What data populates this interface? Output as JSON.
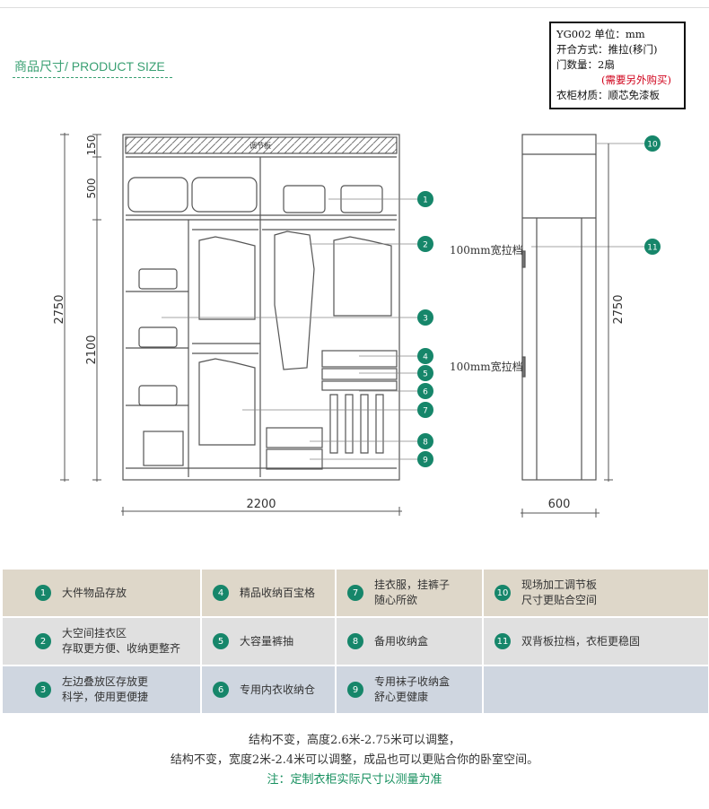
{
  "section_title": "商品尺寸/ PRODUCT SIZE",
  "spec": {
    "line1": "YG002  单位：mm",
    "line2": "开合方式：推拉(移门)",
    "line3": "门数量：2扇",
    "line4": "(需要另外购买)",
    "line5": "衣柜材质：顺芯免漆板"
  },
  "front": {
    "top_label": "调节板",
    "dim_150": "150",
    "dim_500": "500",
    "dim_2750": "2750",
    "dim_2100": "2100",
    "dim_2200": "2200"
  },
  "side": {
    "dim_2750": "2750",
    "dim_600": "600",
    "label_top": "100mm宽拉档",
    "label_bottom": "100mm宽拉档"
  },
  "callouts": [
    "1",
    "2",
    "3",
    "4",
    "5",
    "6",
    "7",
    "8",
    "9",
    "10",
    "11"
  ],
  "features": [
    [
      {
        "num": "1",
        "text": "大件物品存放"
      },
      {
        "num": "4",
        "text": "精品收纳百宝格"
      },
      {
        "num": "7",
        "text": "挂衣服，挂裤子\n随心所欲"
      },
      {
        "num": "10",
        "text": "现场加工调节板\n尺寸更贴合空间"
      }
    ],
    [
      {
        "num": "2",
        "text": "大空间挂衣区\n存取更方便、收纳更整齐"
      },
      {
        "num": "5",
        "text": "大容量裤抽"
      },
      {
        "num": "8",
        "text": "备用收纳盒"
      },
      {
        "num": "11",
        "text": "双背板拉档，衣柜更稳固"
      }
    ],
    [
      {
        "num": "3",
        "text": "左边叠放区存放更\n科学，使用更便捷"
      },
      {
        "num": "6",
        "text": "专用内衣收纳仓"
      },
      {
        "num": "9",
        "text": "专用袜子收纳盒\n舒心更健康"
      },
      {
        "num": "",
        "text": ""
      }
    ]
  ],
  "notes": {
    "line1": "结构不变，高度2.6米-2.75米可以调整，",
    "line2": "结构不变，宽度2米-2.4米可以调整，成品也可以更贴合你的卧室空间。",
    "line3": "注：定制衣柜实际尺寸以测量为准"
  },
  "colors": {
    "accent": "#16866a",
    "title": "#3aa073",
    "red": "#d0021b"
  }
}
